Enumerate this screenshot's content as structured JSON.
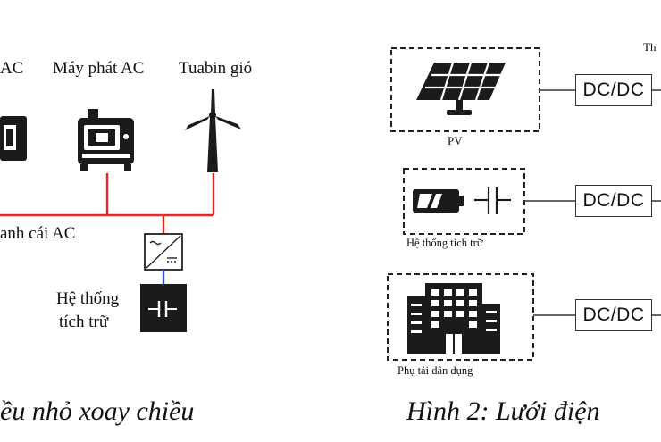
{
  "left_figure": {
    "labels": {
      "ac_partial": "AC",
      "generator": "Máy phát AC",
      "wind": "Tuabin gió",
      "busbar": "anh cái AC",
      "storage_line1": "Hệ thống",
      "storage_line2": "tích trữ"
    },
    "caption": "ều nhỏ xoay chiều",
    "colors": {
      "ac_line": "#e8262a",
      "dc_line": "#3355cc"
    },
    "icons": [
      "generator-icon",
      "wind-turbine-icon",
      "converter-icon",
      "capacitor-icon"
    ]
  },
  "right_figure": {
    "top_partial": "Th",
    "pv_label": "PV",
    "storage_label": "Hệ thống tích trữ",
    "load_label": "Phụ tải dân dụng",
    "converter_label": "DC/DC",
    "caption": "Hình 2: Lưới điện",
    "icons": [
      "solar-panel-icon",
      "battery-icon",
      "capacitor-icon",
      "building-icon"
    ]
  }
}
